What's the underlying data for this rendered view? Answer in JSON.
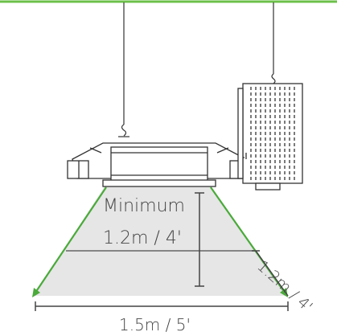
{
  "diagram": {
    "minimum_label": "Minimum",
    "height_label": "1.2m / 4'",
    "width_label": "1.5m / 5'",
    "diagonal_label": "1.2m / 4'",
    "colors": {
      "ceiling_line": "#6cc04a",
      "light_beam": "#4aaa3a",
      "coverage_fill": "#e6e6e6",
      "fixture_stroke": "#333333",
      "dimension_line": "#444444"
    },
    "icons": [
      "grow-light-reflector-icon",
      "ballast-box-icon",
      "hanger-hook-icon"
    ]
  }
}
